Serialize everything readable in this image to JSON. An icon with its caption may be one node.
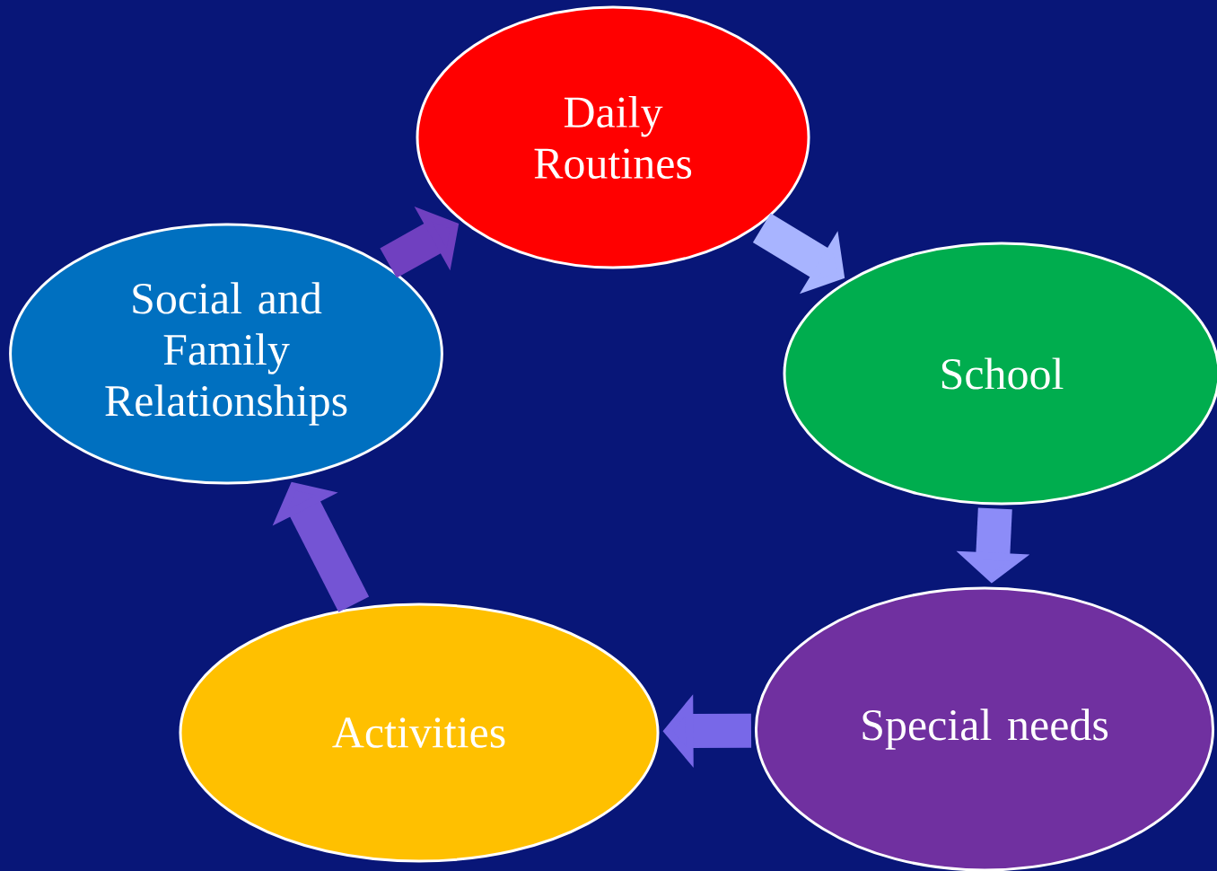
{
  "diagram": {
    "nodes": [
      {
        "text": [
          "Daily Routines"
        ]
      },
      {
        "text": [
          "School"
        ]
      },
      {
        "text": [
          "Special needs"
        ]
      },
      {
        "text": [
          "Activities"
        ]
      },
      {
        "text": [
          "Social and Family Relationships"
        ]
      }
    ],
    "edges": [
      {
        "from": 0,
        "to": 1,
        "arrow": "to",
        "color": "#a8b4ff"
      },
      {
        "from": 1,
        "to": 2,
        "arrow": "to",
        "color": "#8c8cf8"
      },
      {
        "from": 2,
        "to": 3,
        "arrow": "to",
        "color": "#7868e8"
      },
      {
        "from": 3,
        "to": 4,
        "arrow": "to",
        "color": "#7454d4"
      },
      {
        "from": 4,
        "to": 0,
        "arrow": "to",
        "color": "#7040c0"
      }
    ]
  }
}
